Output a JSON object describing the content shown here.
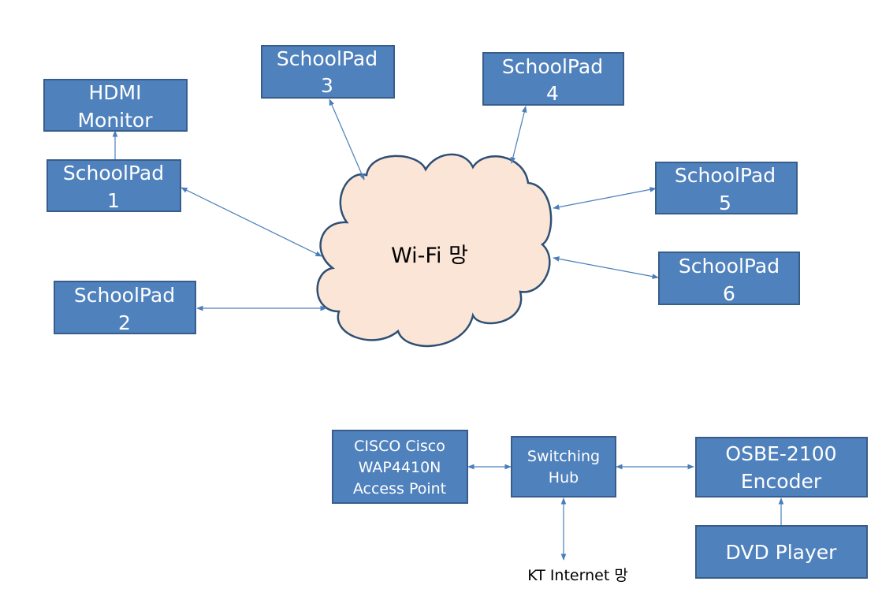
{
  "cloud": {
    "label": "Wi-Fi 망"
  },
  "nodes": {
    "hdmi_monitor": {
      "line1": "HDMI",
      "line2": "Monitor"
    },
    "schoolpad_1": {
      "line1": "SchoolPad",
      "line2": "1"
    },
    "schoolpad_2": {
      "line1": "SchoolPad",
      "line2": "2"
    },
    "schoolpad_3": {
      "line1": "SchoolPad",
      "line2": "3"
    },
    "schoolpad_4": {
      "line1": "SchoolPad",
      "line2": "4"
    },
    "schoolpad_5": {
      "line1": "SchoolPad",
      "line2": "5"
    },
    "schoolpad_6": {
      "line1": "SchoolPad",
      "line2": "6"
    },
    "access_point": {
      "line1": "CISCO Cisco",
      "line2": "WAP4410N",
      "line3": "Access Point"
    },
    "switching_hub": {
      "line1": "Switching",
      "line2": "Hub"
    },
    "encoder": {
      "line1": "OSBE-2100",
      "line2": "Encoder"
    },
    "dvd_player": {
      "line1": "DVD Player"
    }
  },
  "internet": {
    "label": "KT Internet 망"
  },
  "colors": {
    "box_fill": "#4f81bd",
    "box_border": "#385d8a",
    "cloud_fill": "#fbe5d6",
    "cloud_border": "#2f4f75",
    "connector": "#4a7ebb"
  }
}
